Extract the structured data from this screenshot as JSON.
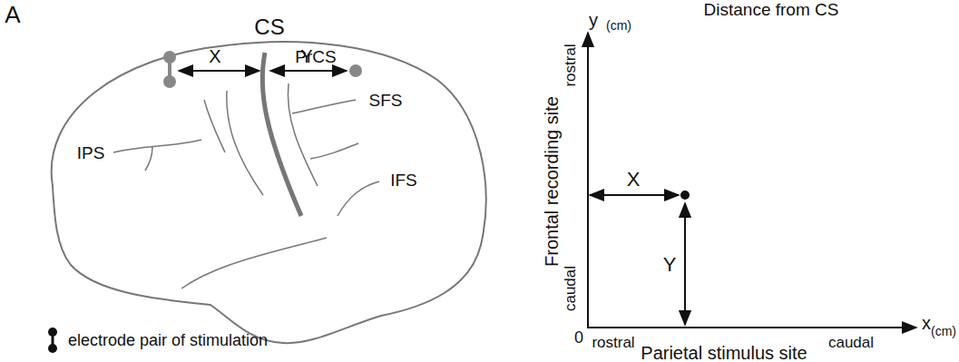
{
  "diagram": {
    "title": "Distance from CS",
    "labels": [
      "A",
      "CS",
      "PrCS",
      "X",
      "Y",
      "SFS",
      "IPS",
      "IFS",
      "y",
      "(cm)",
      "rostral",
      "caudal",
      "Frontal recording site",
      "X",
      "Y",
      "0",
      "rostral",
      "caudal",
      "x",
      "(cm)",
      "Parietal stimulus site"
    ],
    "legend": [
      {
        "text": "electrode pair of stimulation"
      }
    ]
  }
}
